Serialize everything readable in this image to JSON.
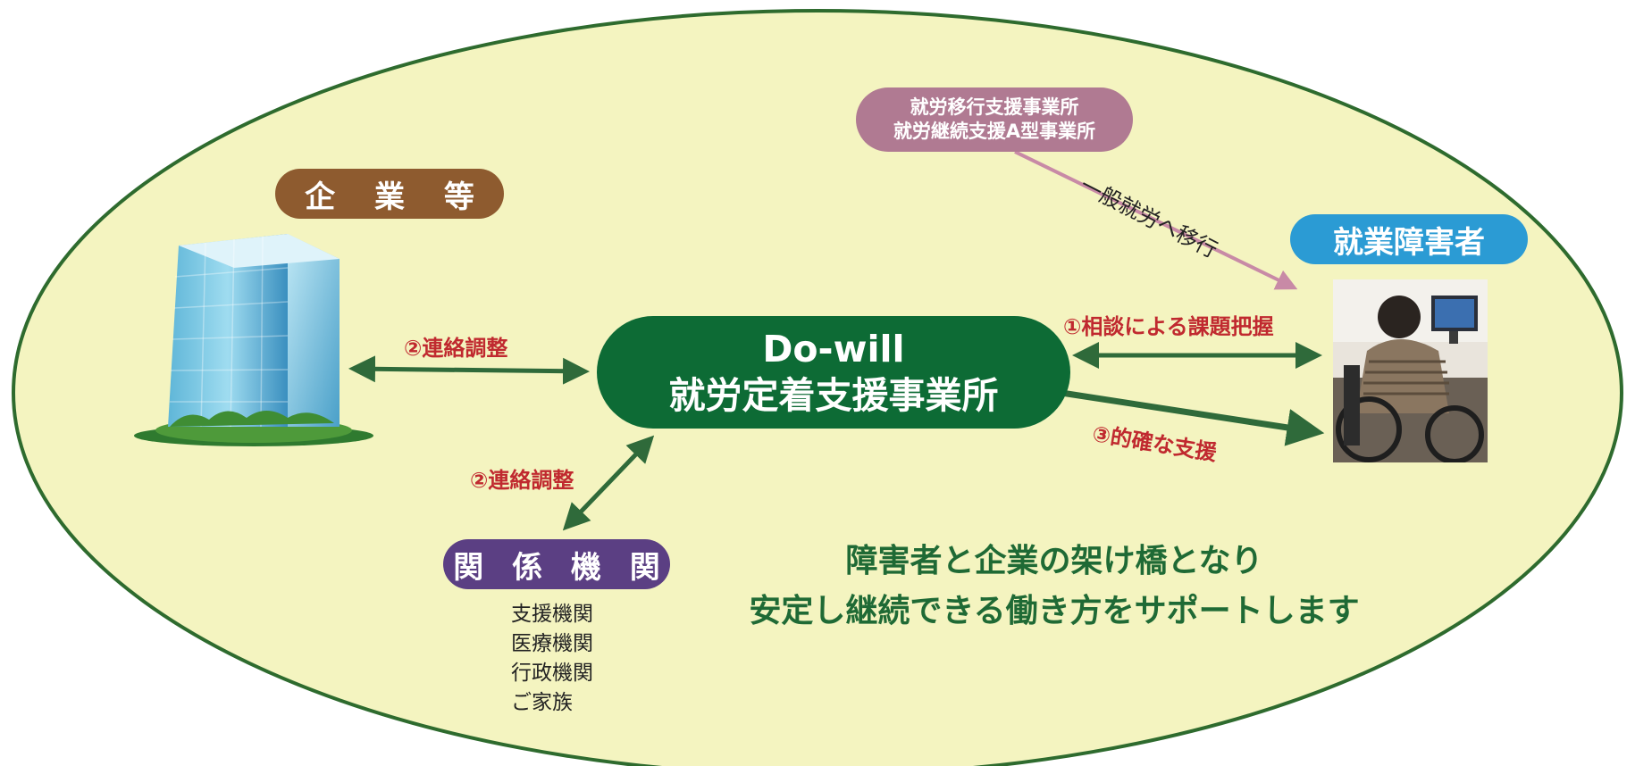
{
  "nodes": {
    "company": "企 業 等",
    "disabled_worker": "就業障害者",
    "facility": {
      "line1": "就労移行支援事業所",
      "line2": "就労継続支援A型事業所"
    },
    "related_agencies": "関 係 機 関",
    "center": {
      "line1": "Do-will",
      "line2": "就労定着支援事業所"
    }
  },
  "edges": {
    "company_center": "②連絡調整",
    "agency_center": "②連絡調整",
    "consultation": "①相談による課題把握",
    "support": "③的確な支援",
    "transition": "一般就労へ移行"
  },
  "agency_list": [
    "支援機関",
    "医療機関",
    "行政機関",
    "ご家族"
  ],
  "tagline": {
    "line1": "障害者と企業の架け橋となり",
    "line2": "安定し継続できる働き方をサポートします"
  },
  "colors": {
    "ellipse_fill": "#f4f4c0",
    "ellipse_stroke": "#2e6b2e",
    "arrow_green": "#2f6a3a",
    "arrow_pink": "#c88aa6",
    "label_red": "#c0292f"
  }
}
